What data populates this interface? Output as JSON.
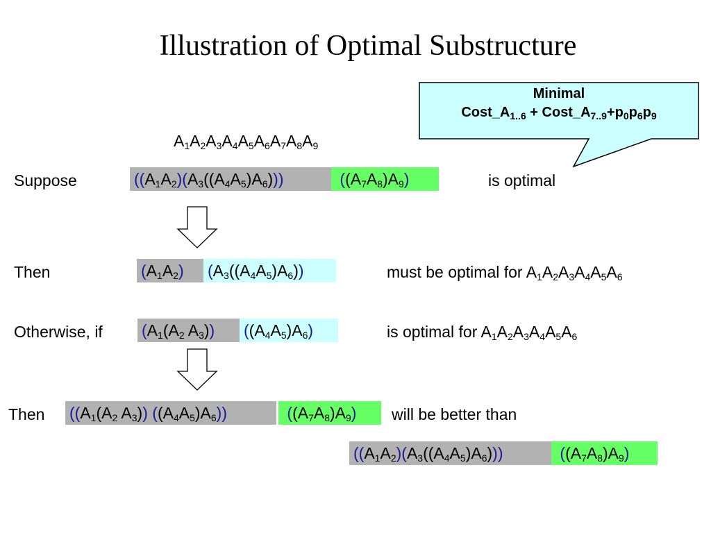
{
  "title": "Illustration of Optimal Substructure",
  "callout": {
    "line1": "Minimal",
    "line2_prefix": "Cost_A",
    "line2_sub1": "1..6",
    "line2_mid": " + Cost_A",
    "line2_sub2": "7..9",
    "line2_tail1": "+p",
    "line2_sub3": "0",
    "line2_tail2": "p",
    "line2_sub4": "6",
    "line2_tail3": "p",
    "line2_sub5": "9"
  },
  "chain": {
    "base": "A",
    "indices": [
      "1",
      "2",
      "3",
      "4",
      "5",
      "6",
      "7",
      "8",
      "9"
    ]
  },
  "rows": {
    "suppose_label": "Suppose",
    "is_optimal": "is optimal",
    "then_label": "Then",
    "must_be_optimal": "must be optimal for A",
    "otherwise_label": "Otherwise, if",
    "is_optimal_for": "is optimal for A",
    "then2_label": "Then",
    "will_be_better": "will be better than",
    "tail_indices": [
      "1",
      "2",
      "3",
      "4",
      "5",
      "6"
    ]
  },
  "colors": {
    "gray_box": "#b2b2b2",
    "cyan_box": "#ccffff",
    "green_box": "#66ff66",
    "paren": "#1a1a99",
    "callout_fill": "#ccffff"
  }
}
